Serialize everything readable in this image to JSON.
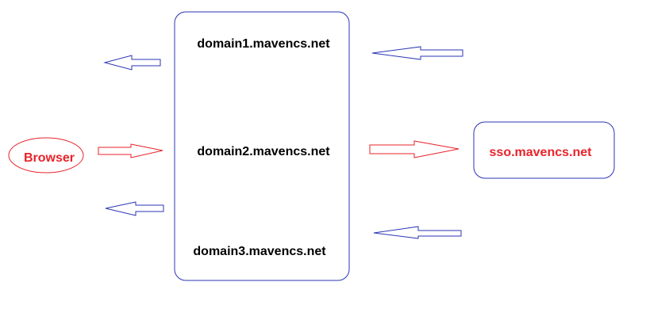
{
  "nodes": {
    "browser": {
      "label": "Browser"
    },
    "domains": [
      {
        "label": "domain1.mavencs.net"
      },
      {
        "label": "domain2.mavencs.net"
      },
      {
        "label": "domain3.mavencs.net"
      }
    ],
    "sso": {
      "label": "sso.mavencs.net"
    }
  },
  "colors": {
    "browser": "#e8232a",
    "sso_text": "#e8232a",
    "domain_text": "#000000",
    "box_stroke": "#2b35b5",
    "arrow_red": "#e8232a",
    "arrow_blue": "#2b35b5"
  }
}
